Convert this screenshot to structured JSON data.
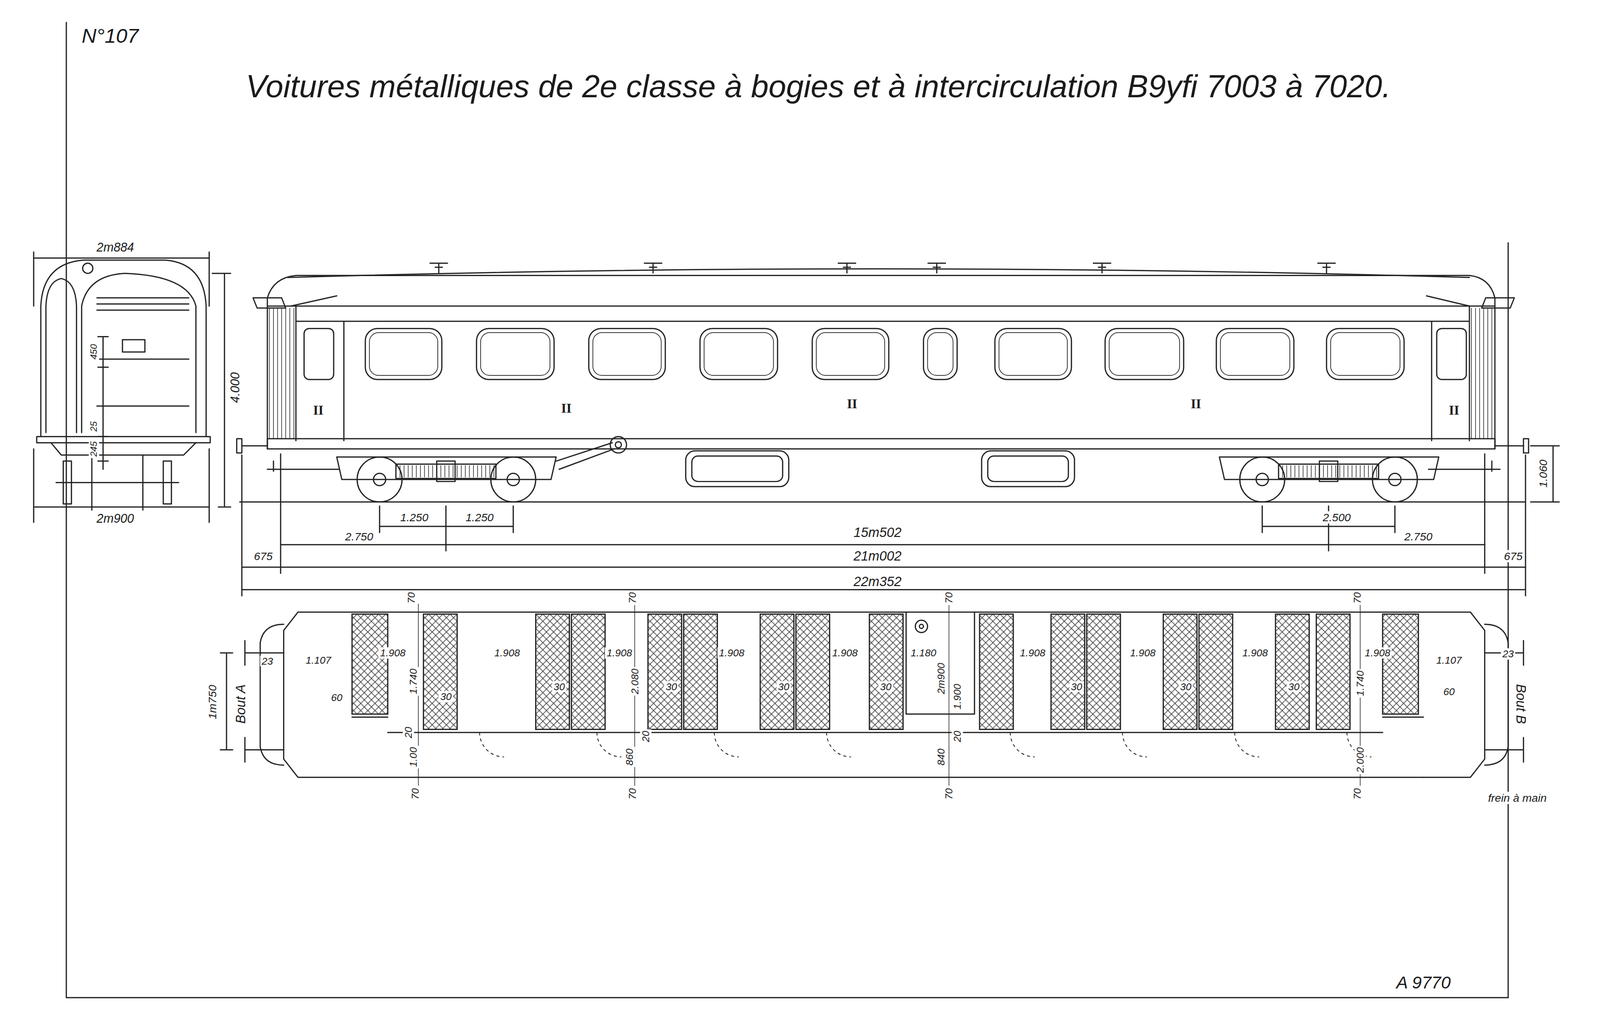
{
  "diagram": {
    "title": "Voitures métalliques de 2e classe à bogies et à intercirculation B9yfi 7003 à 7020.",
    "labels": [
      "N°107",
      "2m884",
      "4.000",
      "450",
      "25",
      "245",
      "2m900",
      "II",
      "II",
      "II",
      "II",
      "II",
      "1.060",
      "1.250",
      "1.250",
      "2.750",
      "15m502",
      "2.500",
      "2.750",
      "675",
      "21m002",
      "675",
      "22m352",
      "70",
      "70",
      "70",
      "70",
      "1m750",
      "Bout A",
      "1.107",
      "23",
      "60",
      "1.908",
      "1.740",
      "30",
      "20",
      "1.00",
      "1.908",
      "30",
      "1.908",
      "2.080",
      "30",
      "860",
      "20",
      "1.908",
      "30",
      "1.908",
      "30",
      "2m900",
      "1.180",
      "1.900",
      "840",
      "20",
      "1.908",
      "30",
      "1.908",
      "30",
      "1.908",
      "30",
      "1.908",
      "1.740",
      "2.000",
      "1.107",
      "23",
      "60",
      "Bout B",
      "70",
      "70",
      "70",
      "70",
      "frein à main",
      "A 9770"
    ]
  }
}
